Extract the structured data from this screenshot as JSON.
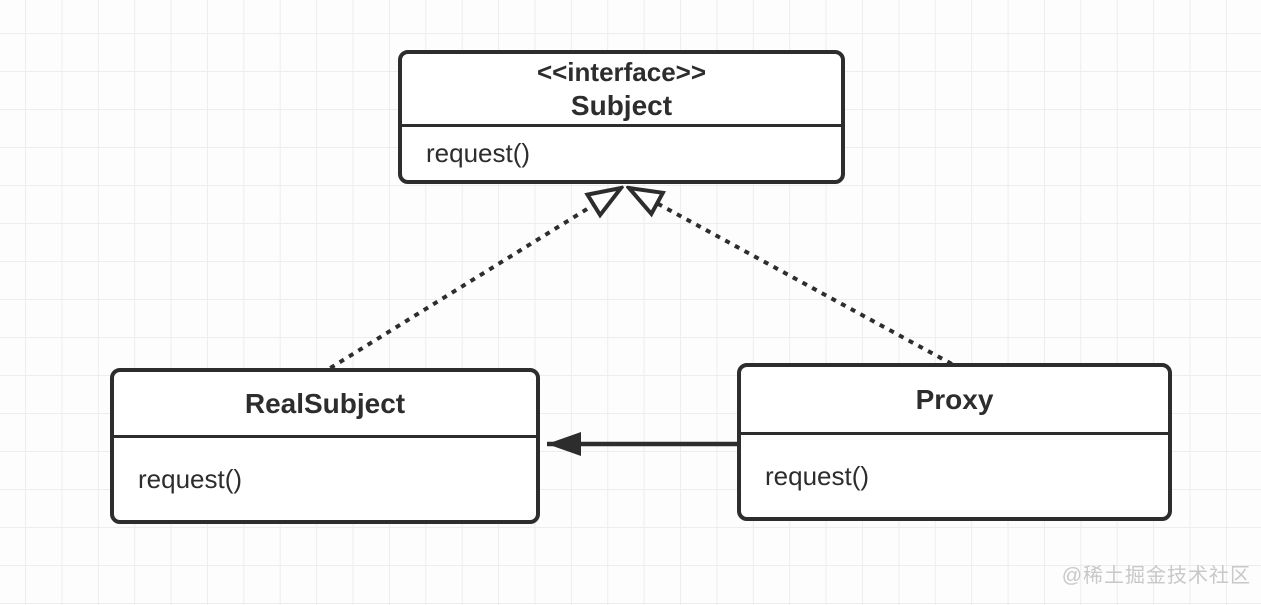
{
  "diagram": {
    "classes": [
      {
        "id": "subject",
        "stereotype": "<<interface>>",
        "name": "Subject",
        "methods": [
          "request()"
        ]
      },
      {
        "id": "realsubject",
        "name": "RealSubject",
        "methods": [
          "request()"
        ]
      },
      {
        "id": "proxy",
        "name": "Proxy",
        "methods": [
          "request()"
        ]
      }
    ],
    "relations": [
      {
        "from": "RealSubject",
        "to": "Subject",
        "type": "realization",
        "line": "dotted",
        "arrowhead": "hollow-triangle"
      },
      {
        "from": "Proxy",
        "to": "Subject",
        "type": "realization",
        "line": "dotted",
        "arrowhead": "hollow-triangle"
      },
      {
        "from": "Proxy",
        "to": "RealSubject",
        "type": "association",
        "line": "solid",
        "arrowhead": "filled-triangle"
      }
    ],
    "watermark": "@稀土掘金技术社区"
  },
  "colors": {
    "stroke": "#2d2d2d",
    "box_fill": "#ffffff",
    "grid_line": "#ededef",
    "background": "#fdfdfd",
    "watermark": "#c8c8c8"
  }
}
